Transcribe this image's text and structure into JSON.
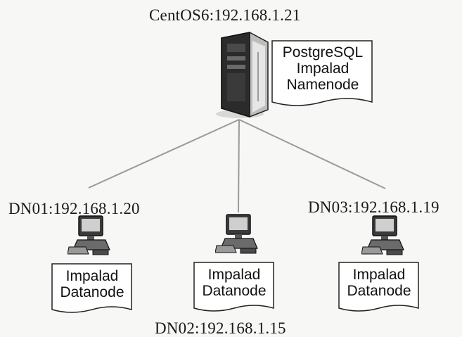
{
  "master": {
    "label": "CentOS6:192.168.1.21",
    "roles": [
      "PostgreSQL",
      "Impalad",
      "Namenode"
    ],
    "icon": "server-tower-icon"
  },
  "nodes": [
    {
      "label": "DN01:192.168.1.20",
      "roles": [
        "Impalad",
        "Datanode"
      ],
      "icon": "workstation-icon"
    },
    {
      "label": "DN02:192.168.1.15",
      "roles": [
        "Impalad",
        "Datanode"
      ],
      "icon": "workstation-icon"
    },
    {
      "label": "DN03:192.168.1.19",
      "roles": [
        "Impalad",
        "Datanode"
      ],
      "icon": "workstation-icon"
    }
  ],
  "colors": {
    "link": "#9a9a9a",
    "ink": "#1a1a1a",
    "paper": "#ffffff"
  }
}
